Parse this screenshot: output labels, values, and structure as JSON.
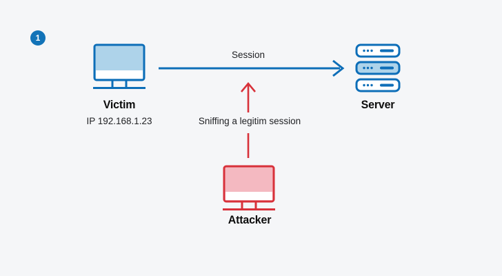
{
  "colors": {
    "background": "#f5f6f8",
    "blue": "#0d6eb8",
    "blue_fill": "#aed3ea",
    "red": "#d8313a",
    "red_fill": "#f4b9c1",
    "text": "#202124",
    "label": "#0d0d0d",
    "badge_bg": "#1273b8",
    "badge_text": "#ffffff"
  },
  "badge": {
    "number": "1"
  },
  "nodes": {
    "victim": {
      "label": "Victim",
      "ip": "IP 192.168.1.23",
      "icon": "computer-monitor-icon"
    },
    "server": {
      "label": "Server",
      "icon": "server-stack-icon"
    },
    "attacker": {
      "label": "Attacker",
      "icon": "computer-monitor-icon"
    }
  },
  "edges": {
    "session": {
      "label": "Session",
      "from": "victim",
      "to": "server"
    },
    "sniffing": {
      "label": "Sniffing a legitim session",
      "from": "attacker",
      "to": "session"
    }
  }
}
